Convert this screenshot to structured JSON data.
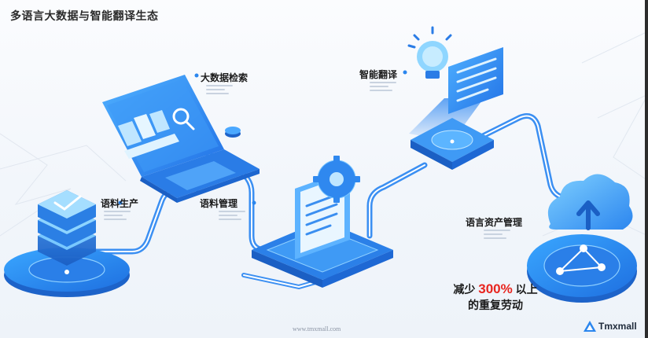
{
  "title": "多语言大数据与智能翻译生态",
  "nodes": {
    "corpus_production": "语料生产",
    "big_data_search": "大数据检索",
    "corpus_management": "语料管理",
    "smart_translation": "智能翻译",
    "language_asset_management": "语言资产管理"
  },
  "claim": {
    "prefix": "减少 ",
    "percent": "300%",
    "suffix": " 以上",
    "line2": "的重复劳动"
  },
  "watermark": "www.tmxmall.com",
  "brand": "Tmxmall",
  "colors": {
    "accent": "#2b8cf0",
    "highlight": "#e8251f"
  }
}
